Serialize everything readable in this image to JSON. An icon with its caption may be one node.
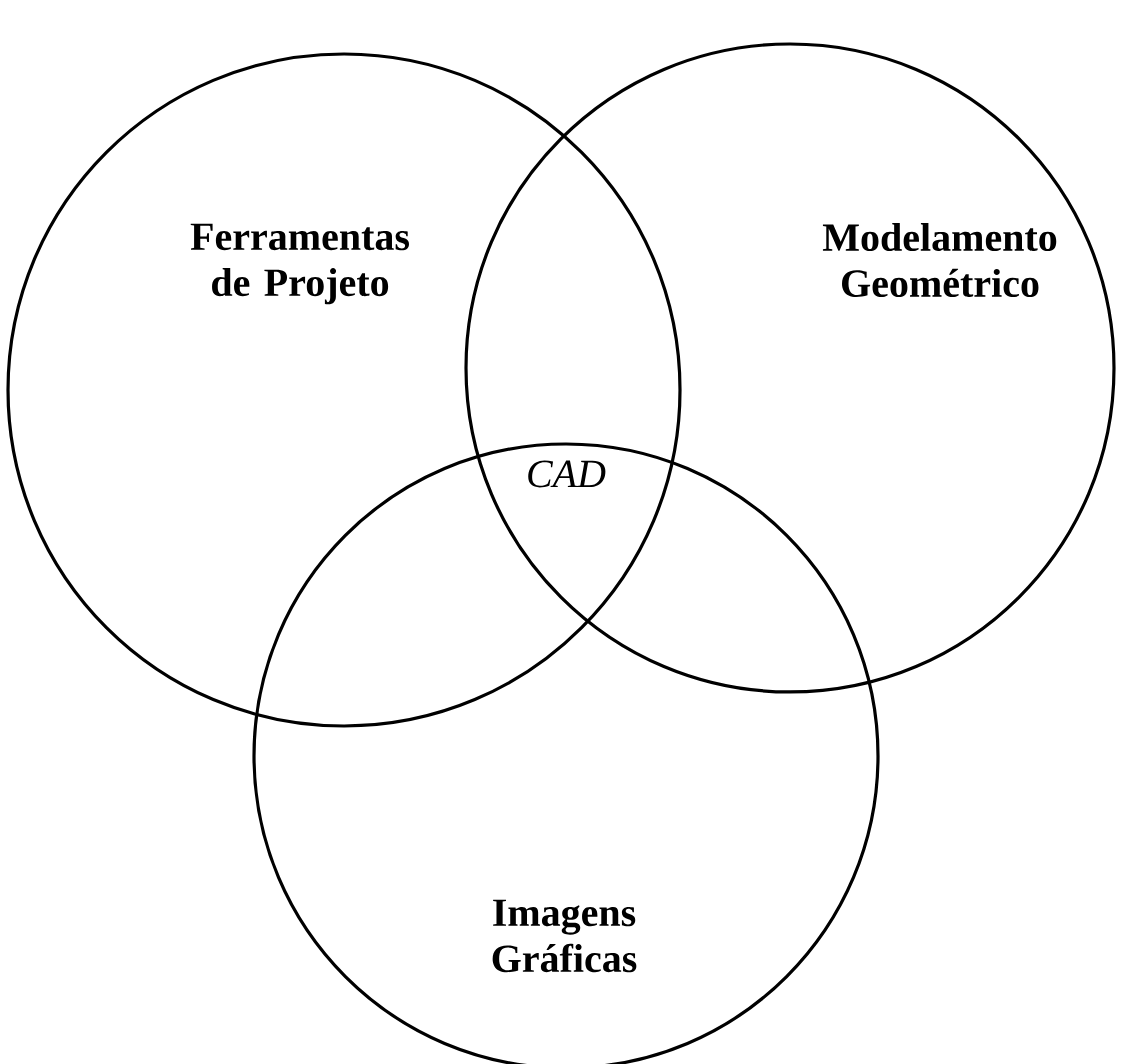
{
  "diagram": {
    "nodes": [
      {
        "text": [
          "Ferramentas de Projeto"
        ]
      },
      {
        "text": [
          "Modelamento Geométrico"
        ]
      },
      {
        "text": [
          "Imagens Gráficas"
        ]
      }
    ],
    "labels": [
      "CAD"
    ]
  }
}
